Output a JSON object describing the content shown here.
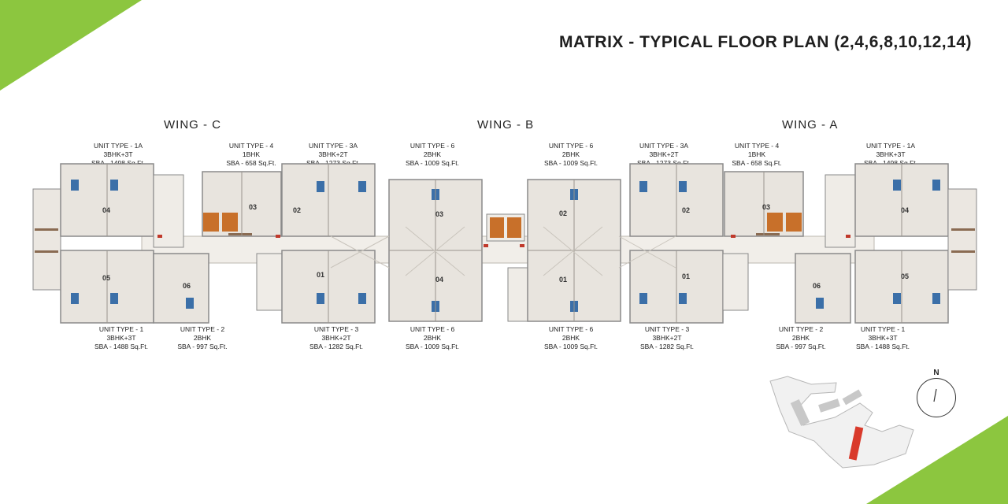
{
  "title": "MATRIX - TYPICAL FLOOR PLAN (2,4,6,8,10,12,14)",
  "wings": [
    {
      "label": "WING - C"
    },
    {
      "label": "WING - B"
    },
    {
      "label": "WING - A"
    }
  ],
  "units_top": [
    {
      "type": "UNIT TYPE - 1A",
      "config": "3BHK+3T",
      "sba": "SBA - 1498 Sq.Ft."
    },
    {
      "type": "UNIT TYPE - 4",
      "config": "1BHK",
      "sba": "SBA - 658 Sq.Ft."
    },
    {
      "type": "UNIT TYPE - 3A",
      "config": "3BHK+2T",
      "sba": "SBA - 1273 Sq.Ft."
    },
    {
      "type": "UNIT TYPE - 6",
      "config": "2BHK",
      "sba": "SBA - 1009 Sq.Ft."
    },
    {
      "type": "UNIT TYPE - 6",
      "config": "2BHK",
      "sba": "SBA - 1009 Sq.Ft."
    },
    {
      "type": "UNIT TYPE - 3A",
      "config": "3BHK+2T",
      "sba": "SBA - 1273 Sq.Ft."
    },
    {
      "type": "UNIT TYPE - 4",
      "config": "1BHK",
      "sba": "SBA - 658 Sq.Ft."
    },
    {
      "type": "UNIT TYPE - 1A",
      "config": "3BHK+3T",
      "sba": "SBA - 1498 Sq.Ft."
    }
  ],
  "units_bottom": [
    {
      "type": "UNIT TYPE - 1",
      "config": "3BHK+3T",
      "sba": "SBA - 1488 Sq.Ft."
    },
    {
      "type": "UNIT TYPE - 2",
      "config": "2BHK",
      "sba": "SBA - 997 Sq.Ft."
    },
    {
      "type": "UNIT TYPE - 3",
      "config": "3BHK+2T",
      "sba": "SBA - 1282 Sq.Ft."
    },
    {
      "type": "UNIT TYPE - 6",
      "config": "2BHK",
      "sba": "SBA - 1009 Sq.Ft."
    },
    {
      "type": "UNIT TYPE - 6",
      "config": "2BHK",
      "sba": "SBA - 1009 Sq.Ft."
    },
    {
      "type": "UNIT TYPE - 3",
      "config": "3BHK+2T",
      "sba": "SBA - 1282 Sq.Ft."
    },
    {
      "type": "UNIT TYPE - 2",
      "config": "2BHK",
      "sba": "SBA - 997 Sq.Ft."
    },
    {
      "type": "UNIT TYPE - 1",
      "config": "3BHK+3T",
      "sba": "SBA - 1488 Sq.Ft."
    }
  ],
  "unit_numbers": [
    "04",
    "03",
    "02",
    "05",
    "06",
    "01",
    "03",
    "04",
    "02",
    "01",
    "02",
    "03",
    "01",
    "06",
    "04",
    "05"
  ],
  "compass_label": "N",
  "colors": {
    "accent_green": "#8cc63f",
    "wall": "#8a8a8a",
    "floor": "#e8e4de",
    "lift": "#c8702a",
    "bed": "#3b6fa8"
  }
}
